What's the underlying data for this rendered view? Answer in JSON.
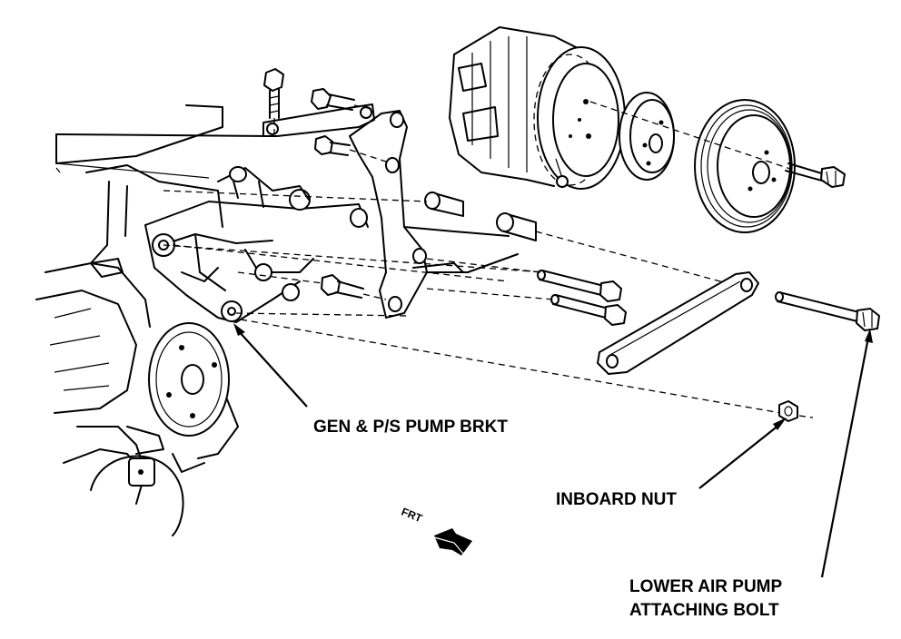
{
  "labels": {
    "gen_ps_bracket": "GEN & P/S PUMP BRKT",
    "inboard_nut": "INBOARD NUT",
    "lower_bolt_line1": "LOWER AIR PUMP",
    "lower_bolt_line2": "ATTACHING BOLT",
    "front_indicator": "FRT"
  }
}
